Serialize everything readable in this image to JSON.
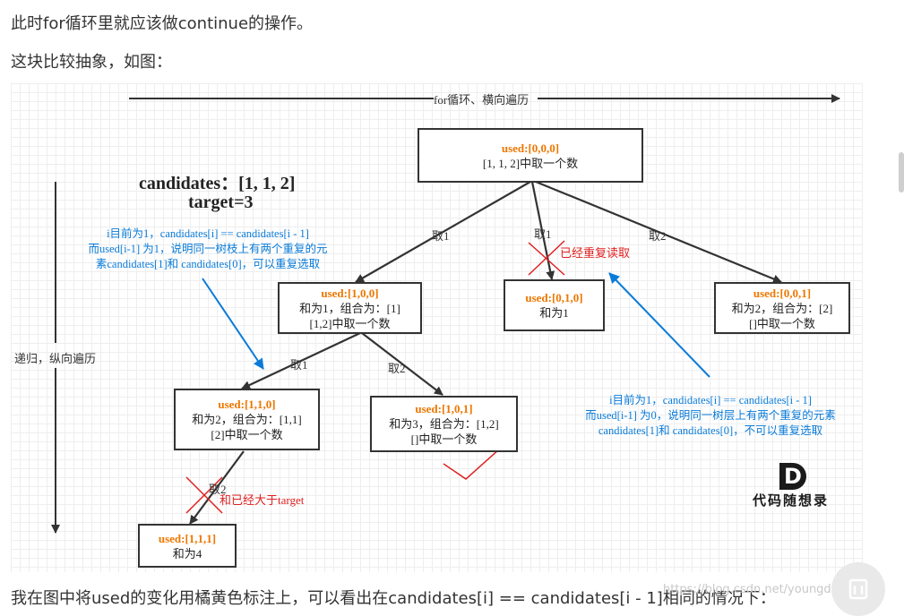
{
  "article": {
    "para1": "此时for循环里就应该做continue的操作。",
    "para2": "这块比较抽象，如图：",
    "para3": "我在图中将used的变化用橘黄色标注上，可以看出在candidates[i] == candidates[i - 1]相同的情况下："
  },
  "diagram": {
    "top_axis_label": "for循环、横向遍历",
    "left_axis_label": "递归，纵向遍历",
    "candidates_text": "candidates：[1, 1, 2]",
    "target_text": "target=3",
    "nodes": {
      "root": {
        "used": "used:[0,0,0]",
        "line1": "[1, 1, 2]中取一个数"
      },
      "n100": {
        "used": "used:[1,0,0]",
        "line1": "和为1，组合为：[1]",
        "line2": "[1,2]中取一个数"
      },
      "n010": {
        "used": "used:[0,1,0]",
        "line1": "和为1"
      },
      "n001": {
        "used": "used:[0,0,1]",
        "line1": "和为2，组合为：[2]",
        "line2": "[]中取一个数"
      },
      "n110": {
        "used": "used:[1,1,0]",
        "line1": "和为2，组合为：[1,1]",
        "line2": "[2]中取一个数"
      },
      "n101": {
        "used": "used:[1,0,1]",
        "line1": "和为3，组合为：[1,2]",
        "line2": "[]中取一个数"
      },
      "n111": {
        "used": "used:[1,1,1]",
        "line1": "和为4"
      }
    },
    "edge_labels": {
      "root_left": "取1",
      "root_mid": "取1",
      "root_right": "取2",
      "n100_left": "取1",
      "n100_right": "取2",
      "n110_down": "取2"
    },
    "notes": {
      "repeat_read": "已经重复读取",
      "over_target": "和已经大于target",
      "branch_note": [
        "i目前为1，candidates[i] == candidates[i - 1]",
        "而used[i-1] 为1，说明同一树枝上有两个重复的元",
        "素candidates[1]和 candidates[0]，可以重复选取"
      ],
      "level_note": [
        "i目前为1，candidates[i] == candidates[i - 1]",
        "而used[i-1] 为0，说明同一树层上有两个重复的元素",
        "candidates[1]和 candidates[0]，不可以重复选取"
      ]
    },
    "logo_text": "代码随想录",
    "logo_letter": "D"
  },
  "colors": {
    "used": "#ee7700",
    "note": "#0a7bd8",
    "mark": "#e02020"
  },
  "watermark": "https://blog.csdn.net/youngdemption",
  "float_button_icon": "document-icon"
}
